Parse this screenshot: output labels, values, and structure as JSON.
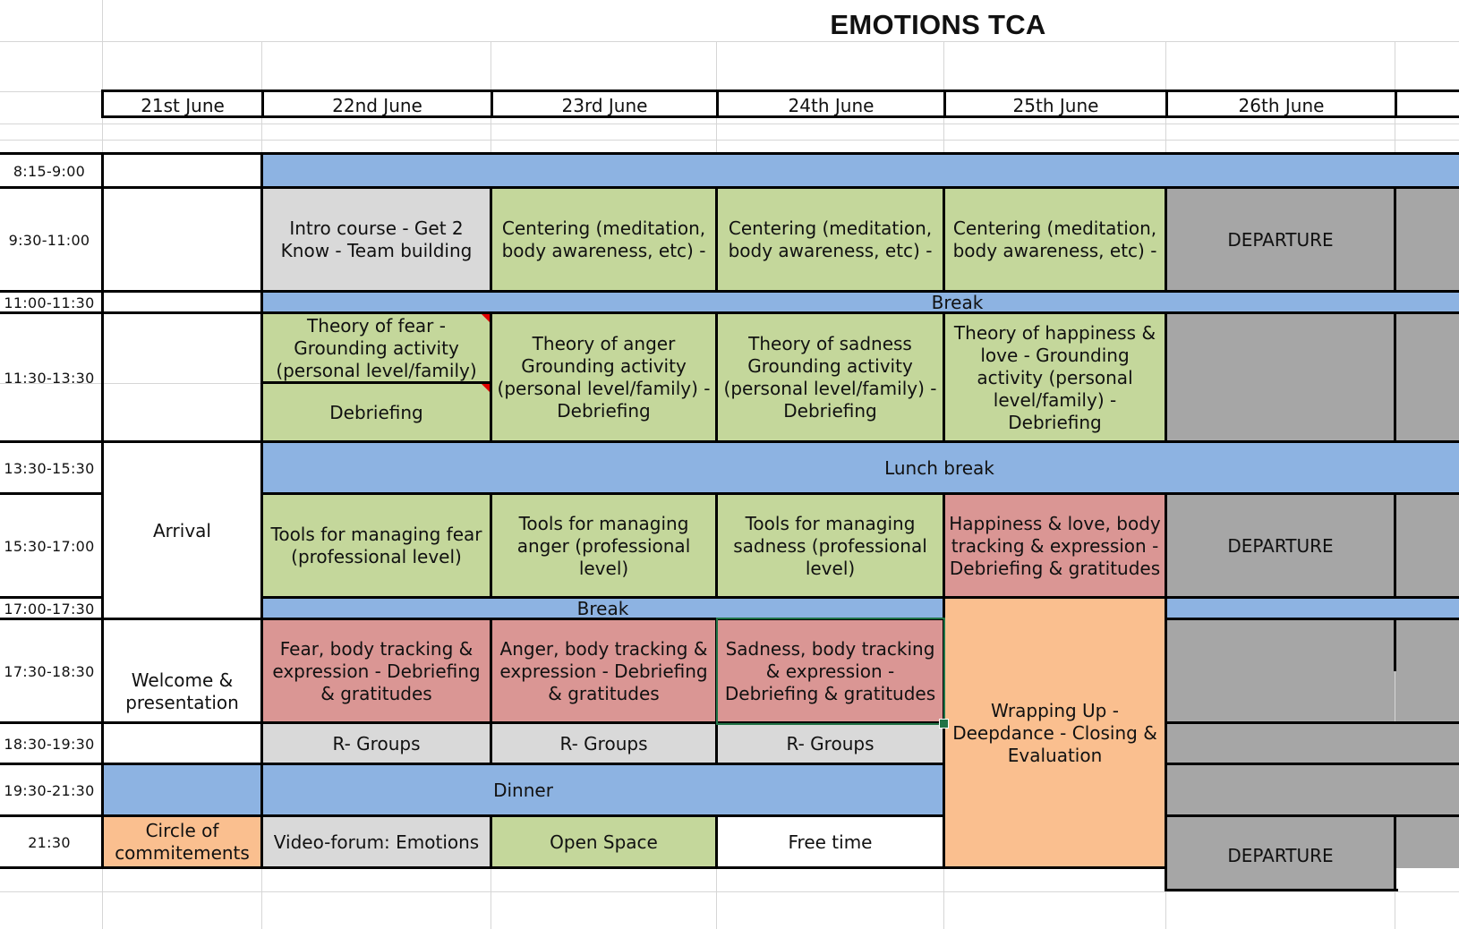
{
  "title": "EMOTIONS TCA",
  "dates": [
    "21st June",
    "22nd June",
    "23rd June",
    "24th June",
    "25th June",
    "26th June"
  ],
  "times": [
    "8:15-9:00",
    "9:30-11:00",
    "11:00-11:30",
    "11:30-13:30",
    "13:30-15:30",
    "15:30-17:00",
    "17:00-17:30",
    "17:30-18:30",
    "18:30-19:30",
    "19:30-21:30",
    "21:30"
  ],
  "colors": {
    "blue": "#8db3e2",
    "green": "#c4d79b",
    "light_gray": "#d9d9d9",
    "dark_gray": "#a6a6a6",
    "red": "#da9694",
    "orange": "#fabf8f",
    "selection": "#217346",
    "comment_marker": "#e00000"
  },
  "schedule": {
    "d22_morning": "Intro course - Get 2 Know - Team building",
    "d23_morning": "Centering (meditation, body awareness, etc) -",
    "d24_morning": "Centering (meditation, body awareness, etc) -",
    "d25_morning": "Centering (meditation, body awareness, etc) -",
    "d26_departure_1": "DEPARTURE",
    "break_1": "Break",
    "d22_theory": "Theory of fear - Grounding activity (personal level/family)",
    "d22_debriefing": "Debriefing",
    "d23_theory": "Theory of anger Grounding activity (personal level/family) - Debriefing",
    "d24_theory": "Theory of sadness Grounding activity (personal level/family) - Debriefing",
    "d25_theory": "Theory of happiness & love -  Grounding activity (personal level/family) - Debriefing",
    "lunch": "Lunch break",
    "d21_arrival": "Arrival",
    "d22_tools": "Tools for managing fear (professional level)",
    "d23_tools": "Tools for managing anger (professional level)",
    "d24_tools": "Tools for managing sadness (professional level)",
    "d25_tools": "Happiness & love, body tracking & expression - Debriefing & gratitudes",
    "d26_departure_2": "DEPARTURE",
    "break_2": "Break",
    "d21_welcome": "Welcome & presentation",
    "d22_body": "Fear, body tracking & expression - Debriefing & gratitudes",
    "d23_body": "Anger, body tracking & expression - Debriefing & gratitudes",
    "d24_body": "Sadness, body tracking & expression - Debriefing & gratitudes",
    "d25_wrap": "Wrapping Up - Deepdance - Closing & Evaluation",
    "d22_rgroups": "R- Groups",
    "d23_rgroups": "R- Groups",
    "d24_rgroups": "R- Groups",
    "dinner": "Dinner",
    "d21_circle": "Circle of commitements",
    "d22_video": "Video-forum: Emotions",
    "d23_openspace": "Open Space",
    "d24_free": "Free time",
    "d26_departure_3": "DEPARTURE"
  }
}
